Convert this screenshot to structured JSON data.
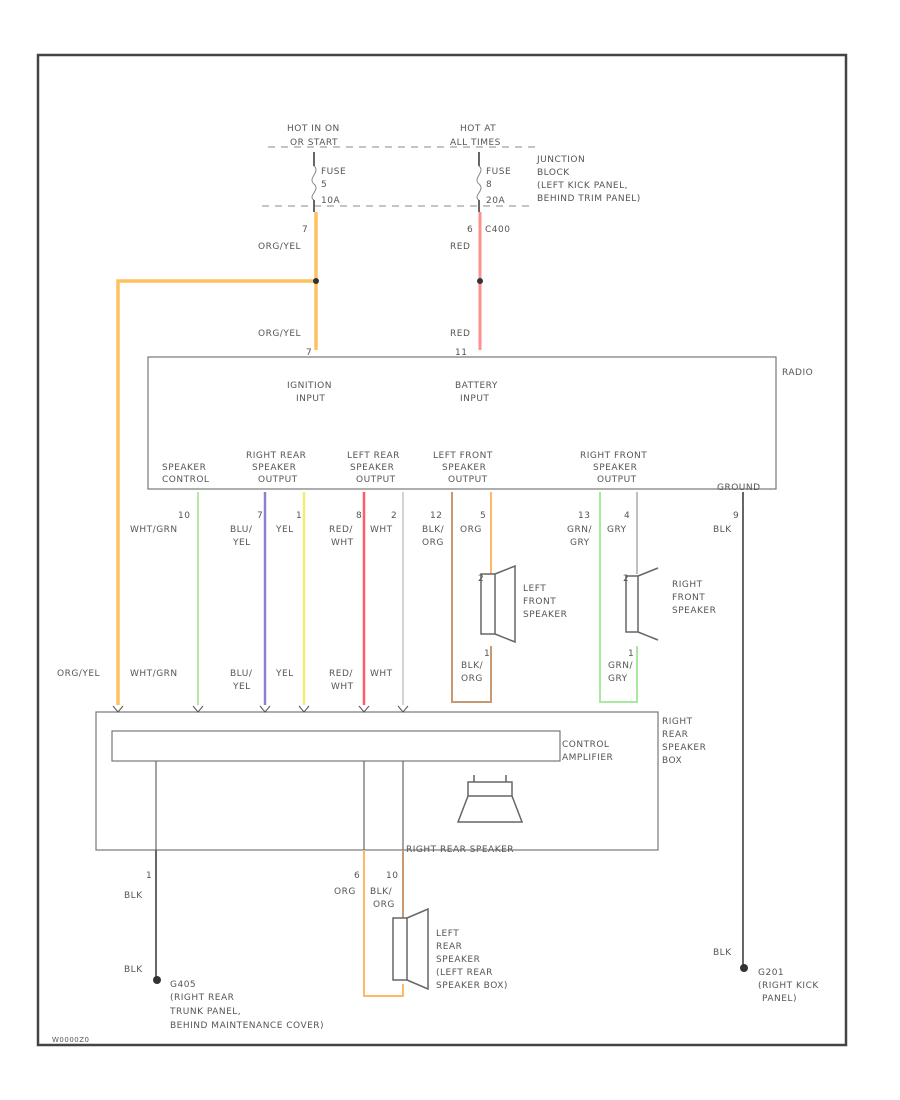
{
  "power": {
    "hot_ign_label": "HOT IN ON",
    "hot_ign_sub": "OR START",
    "hot_all_label": "HOT AT",
    "hot_all_sub": "ALL TIMES",
    "fuse_word": "FUSE",
    "fuse_a_num": "5",
    "fuse_a_amp": "10A",
    "fuse_b_num": "8",
    "fuse_b_amp": "20A",
    "junction_box": [
      "JUNCTION",
      "BLOCK",
      "(LEFT KICK PANEL,",
      "BEHIND TRIM PANEL)"
    ],
    "pin_ign": "7",
    "pin_bat": "6",
    "c400": "C400"
  },
  "radio": {
    "name": "RADIO",
    "ign_input": [
      "IGNITION",
      "INPUT"
    ],
    "bat_input": [
      "BATTERY",
      "INPUT"
    ],
    "ign_pin": "7",
    "bat_pin": "11",
    "speaker_control": [
      "SPEAKER",
      "CONTROL"
    ],
    "right_rear": [
      "RIGHT REAR",
      "SPEAKER",
      "OUTPUT"
    ],
    "left_rear": [
      "LEFT REAR",
      "SPEAKER",
      "OUTPUT"
    ],
    "left_front": [
      "LEFT FRONT",
      "SPEAKER",
      "OUTPUT"
    ],
    "right_front": [
      "RIGHT FRONT",
      "SPEAKER",
      "OUTPUT"
    ],
    "ground": "GROUND"
  },
  "wires": {
    "org_yel": "ORG/YEL",
    "red": "RED",
    "wht_grn": "WHT/GRN",
    "blu_yel_a": "BLU/",
    "blu_yel_b": "YEL",
    "yel": "YEL",
    "red_wht_a": "RED/",
    "red_wht_b": "WHT",
    "wht": "WHT",
    "blk_org_a": "BLK/",
    "blk_org_b": "ORG",
    "org": "ORG",
    "grn_gry_a": "GRN/",
    "grn_gry_b": "GRY",
    "gry": "GRY",
    "blk": "BLK"
  },
  "pins": {
    "p10": "10",
    "p7": "7",
    "p1": "1",
    "p8": "8",
    "p2": "2",
    "p12": "12",
    "p5": "5",
    "p13": "13",
    "p4": "4",
    "p9": "9",
    "p6": "6",
    "s1": "1",
    "s2": "2"
  },
  "speakers": {
    "left_front": [
      "LEFT",
      "FRONT",
      "SPEAKER"
    ],
    "right_front": [
      "RIGHT",
      "FRONT",
      "SPEAKER"
    ],
    "left_rear": [
      "LEFT",
      "REAR",
      "SPEAKER",
      "(LEFT REAR",
      "SPEAKER BOX)"
    ]
  },
  "amp": {
    "control_amp": [
      "CONTROL",
      "AMPLIFIER"
    ],
    "box_label": [
      "RIGHT",
      "REAR",
      "SPEAKER",
      "BOX"
    ],
    "rear_speaker": "RIGHT REAR SPEAKER"
  },
  "grounds": {
    "g405": [
      "G405",
      "(RIGHT REAR",
      "TRUNK PANEL,",
      "BEHIND MAINTENANCE COVER)"
    ],
    "g201": [
      "G201",
      "(RIGHT KICK",
      "PANEL)"
    ]
  },
  "colors": {
    "org_yel": "#ffc060",
    "red": "#ff9090",
    "wht_grn": "#b8e8a8",
    "blu_yel": "#8a84d0",
    "yel": "#f0f070",
    "red_wht": "#ff5a6e",
    "wht": "#d4d4d4",
    "blk_org": "#c89870",
    "org": "#ffb868",
    "grn_gry": "#a8e8a0",
    "gry": "#c0c0c0",
    "blk": "#666666"
  },
  "footer_code": "W0000Z0"
}
